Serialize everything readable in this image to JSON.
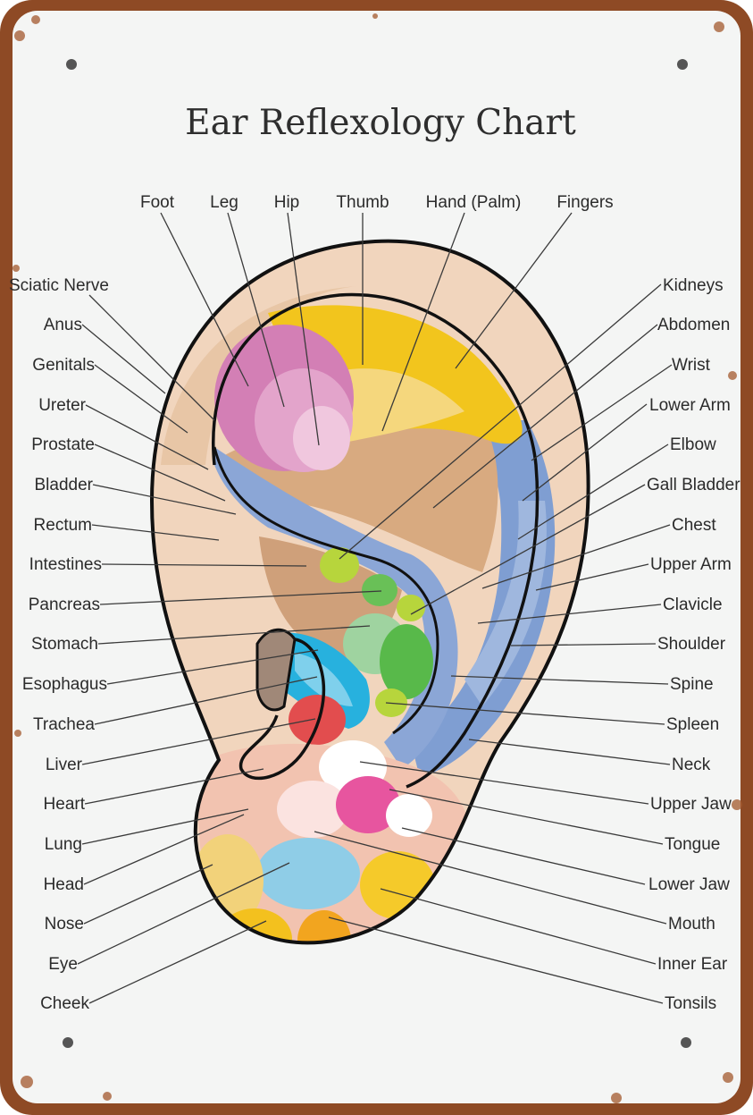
{
  "title": "Ear Reflexology Chart",
  "colors": {
    "rust": "#8e4a25",
    "panel": "#f4f5f4",
    "outline": "#111111",
    "skin": "#f1d5bd",
    "pink": "#d37fb5",
    "yellow": "#f2c51d",
    "blue": "#7f9ed2",
    "tan": "#d8aa80",
    "green": "#58b94a",
    "lime": "#b7d53c",
    "cyan": "#27b1de",
    "red": "#e24d4e",
    "magenta": "#e7559f",
    "skyblue": "#8fcde7",
    "gold": "#f2b829"
  },
  "labels": {
    "top": [
      "Foot",
      "Leg",
      "Hip",
      "Thumb",
      "Hand (Palm)",
      "Fingers"
    ],
    "left": [
      "Sciatic Nerve",
      "Anus",
      "Genitals",
      "Ureter",
      "Prostate",
      "Bladder",
      "Rectum",
      "Intestines",
      "Pancreas",
      "Stomach",
      "Esophagus",
      "Trachea",
      "Liver",
      "Heart",
      "Lung",
      "Head",
      "Nose",
      "Eye",
      "Cheek"
    ],
    "right": [
      "Kidneys",
      "Abdomen",
      "Wrist",
      "Lower Arm",
      "Elbow",
      "Gall Bladder",
      "Chest",
      "Upper Arm",
      "Clavicle",
      "Shoulder",
      "Spine",
      "Spleen",
      "Neck",
      "Upper Jaw",
      "Tongue",
      "Lower Jaw",
      "Mouth",
      "Inner Ear",
      "Tonsils"
    ]
  }
}
